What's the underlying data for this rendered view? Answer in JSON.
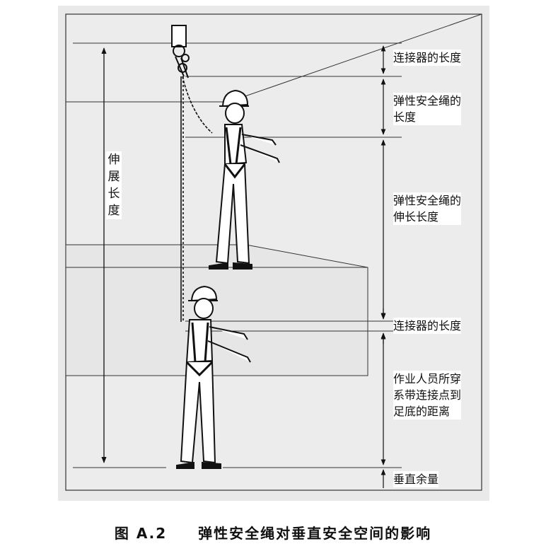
{
  "labels": {
    "connector_length_top": "连接器的长度",
    "elastic_rope_length": [
      "弹性安全绳的",
      "长度"
    ],
    "elastic_rope_extension": [
      "弹性安全绳的",
      "伸长长度"
    ],
    "connector_length_bottom": "连接器的长度",
    "harness_to_feet": [
      "作业人员所穿",
      "系带连接点到",
      "足底的距离"
    ],
    "vertical_margin": "垂直余量",
    "extended_length": [
      "伸",
      "展",
      "长",
      "度"
    ]
  },
  "caption": {
    "figure_no": "图 A.2",
    "title": "弹性安全绳对垂直安全空间的影响"
  }
}
